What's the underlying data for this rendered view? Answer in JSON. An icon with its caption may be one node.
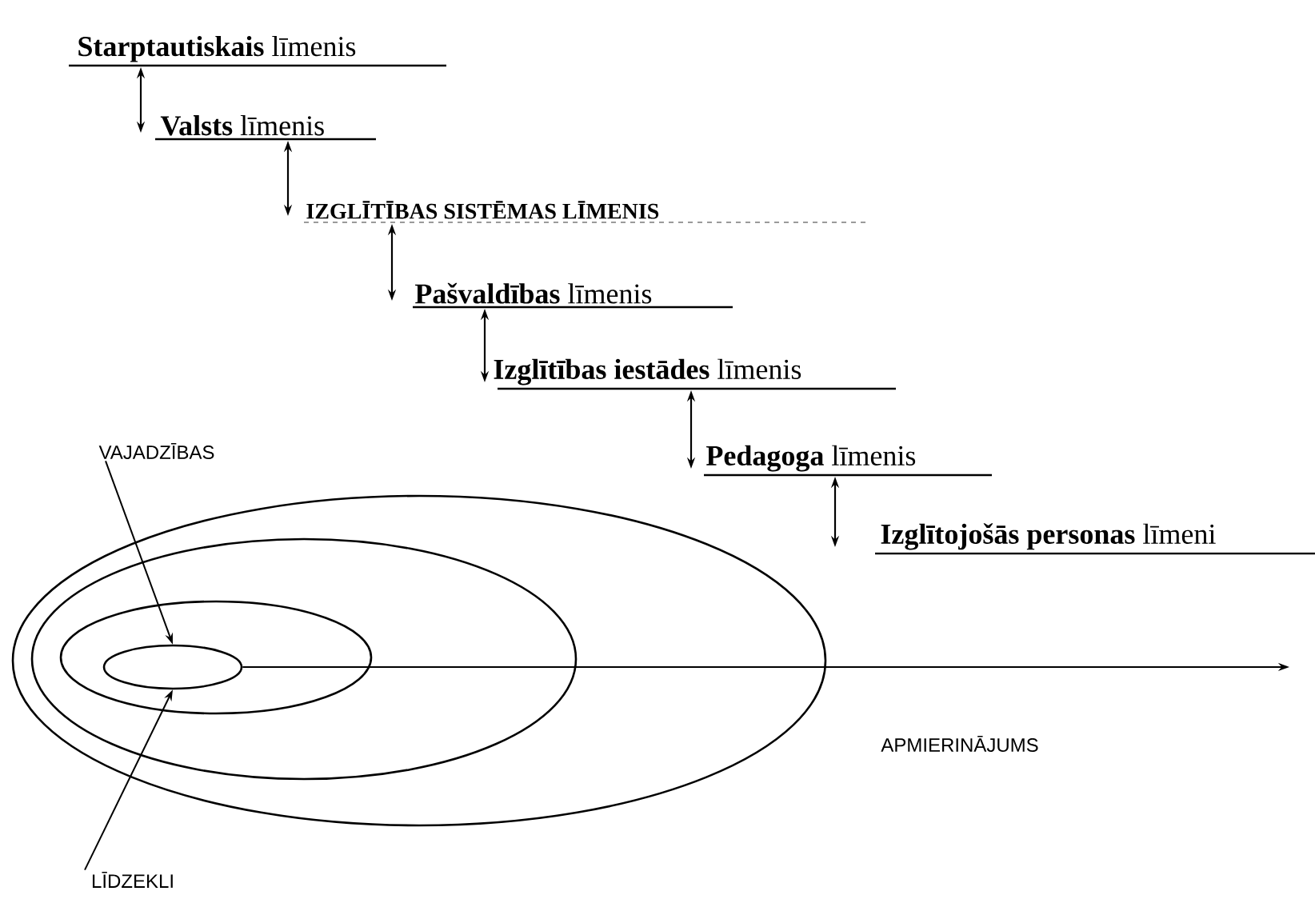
{
  "diagram": {
    "nodes": [
      {
        "text": [
          "**Starptautiskais** līmenis"
        ]
      },
      {
        "text": [
          "**Valsts** līmenis"
        ]
      },
      {
        "text": [
          "IZGLĪTĪBAS SISTĒMAS LĪMENIS"
        ]
      },
      {
        "text": [
          "**Pašvaldības** līmenis"
        ]
      },
      {
        "text": [
          "**Izglītības iestādes** līmenis"
        ]
      },
      {
        "text": [
          "**Pedagoga** līmenis"
        ]
      },
      {
        "text": [
          "**Izglītojošās personas** līmeni"
        ]
      },
      {
        "text": [
          "VAJADZĪBAS"
        ]
      },
      {
        "text": [],
        "shape": "ellipse"
      },
      {
        "text": [],
        "shape": "ellipse",
        "in": 8
      },
      {
        "text": [],
        "shape": "ellipse",
        "in": 9
      },
      {
        "text": [],
        "shape": "ellipse",
        "in": 10
      },
      {
        "text": [
          "LĪDZEKLI"
        ]
      }
    ],
    "edges": [
      {
        "from": 0,
        "to": 1,
        "arrow": "both"
      },
      {
        "from": 1,
        "to": 2,
        "arrow": "both"
      },
      {
        "from": 2,
        "to": 3,
        "arrow": "both"
      },
      {
        "from": 3,
        "to": 4,
        "arrow": "both"
      },
      {
        "from": 4,
        "to": 5,
        "arrow": "both"
      },
      {
        "from": 5,
        "to": 6,
        "arrow": "both"
      },
      {
        "from": 7,
        "to": 11,
        "arrow": "to"
      },
      {
        "from": 12,
        "to": 11,
        "arrow": "to"
      },
      {
        "from": 11,
        "to": null,
        "arrow": "to"
      }
    ],
    "labels": [
      "APMIERINĀJUMS"
    ]
  }
}
